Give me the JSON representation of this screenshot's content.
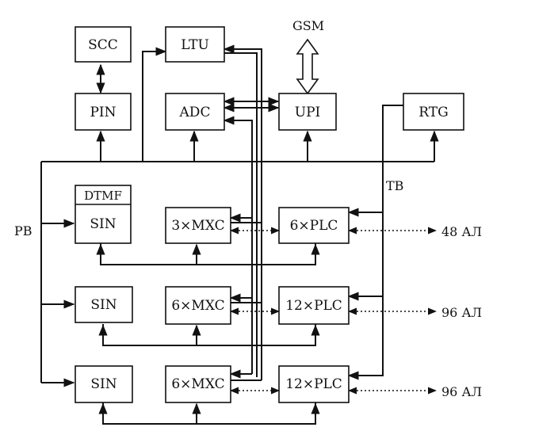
{
  "blocks": {
    "scc": "SCC",
    "ltu": "LTU",
    "pin": "PIN",
    "adc": "ADC",
    "upi": "UPI",
    "rtg": "RTG",
    "dtmf": "DTMF",
    "sin1": "SIN",
    "sin2": "SIN",
    "sin3": "SIN",
    "mxc1": "3×MXC",
    "mxc2": "6×MXC",
    "mxc3": "6×MXC",
    "plc1": "6×PLC",
    "plc2": "12×PLC",
    "plc3": "12×PLC"
  },
  "labels": {
    "gsm": "GSM",
    "pb": "PB",
    "tb": "TB",
    "lines1": "48 АЛ",
    "lines2": "96 АЛ",
    "lines3": "96 АЛ"
  }
}
